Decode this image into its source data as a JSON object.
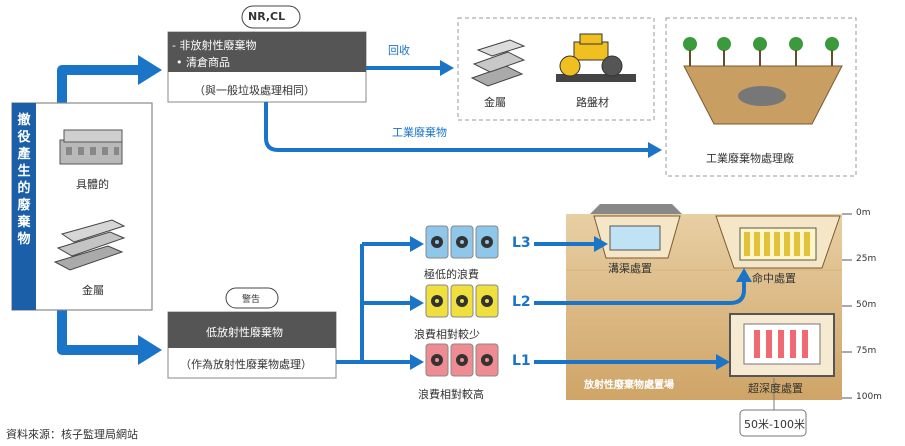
{
  "left_box": {
    "vertical_label": "撤役產生的廢棄物",
    "item1_label": "具體的",
    "item2_label": "金屬"
  },
  "nrcl": {
    "badge": "NR,CL",
    "line1": "- 非放射性廢棄物",
    "line2": "• 清倉商品",
    "line3": "（與一般垃圾處理相同）"
  },
  "recycle": {
    "arrow_label": "回收",
    "metal_label": "金屬",
    "road_label": "路盤材"
  },
  "industrial": {
    "arrow_label": "工業廢棄物",
    "plant_label": "工業廢棄物處理廠"
  },
  "warning": {
    "badge": "警告",
    "title": "低放射性廢棄物",
    "subtitle": "（作為放射性廢棄物處理）"
  },
  "levels": [
    {
      "code": "L3",
      "label": "極低的浪費",
      "disposal": "溝渠處置",
      "color": "#8ec7ea"
    },
    {
      "code": "L2",
      "label": "浪費相對較少",
      "disposal": "命中處置",
      "color": "#efe03f"
    },
    {
      "code": "L1",
      "label": "浪費相對較高",
      "disposal": "超深度處置",
      "color": "#ef8b92"
    }
  ],
  "site_label": "放射性廢棄物處置場",
  "depth_note": "50米-100米",
  "depth_ticks": [
    "0m",
    "25m",
    "50m",
    "75m",
    "100m"
  ],
  "source": "資料來源：核子監理局網站",
  "colors": {
    "arrow": "#1a74c7",
    "dark_box": "#555555",
    "soil_top": "#e4c89a",
    "soil_bottom": "#d2a86b"
  }
}
